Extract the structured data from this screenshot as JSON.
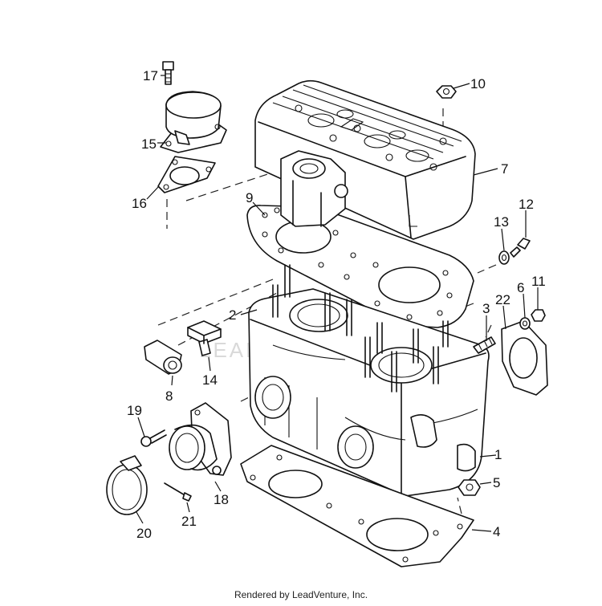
{
  "diagram": {
    "watermark": "LEADVENTURE",
    "callouts": {
      "c1": "1",
      "c2": "2",
      "c3": "3",
      "c4": "4",
      "c5": "5",
      "c6": "6",
      "c7": "7",
      "c8": "8",
      "c9": "9",
      "c10": "10",
      "c11": "11",
      "c12": "12",
      "c13": "13",
      "c14": "14",
      "c15": "15",
      "c16": "16",
      "c17": "17",
      "c18": "18",
      "c19": "19",
      "c20": "20",
      "c21": "21",
      "c22": "22"
    }
  },
  "footer": {
    "text": "Rendered by LeadVenture, Inc."
  }
}
